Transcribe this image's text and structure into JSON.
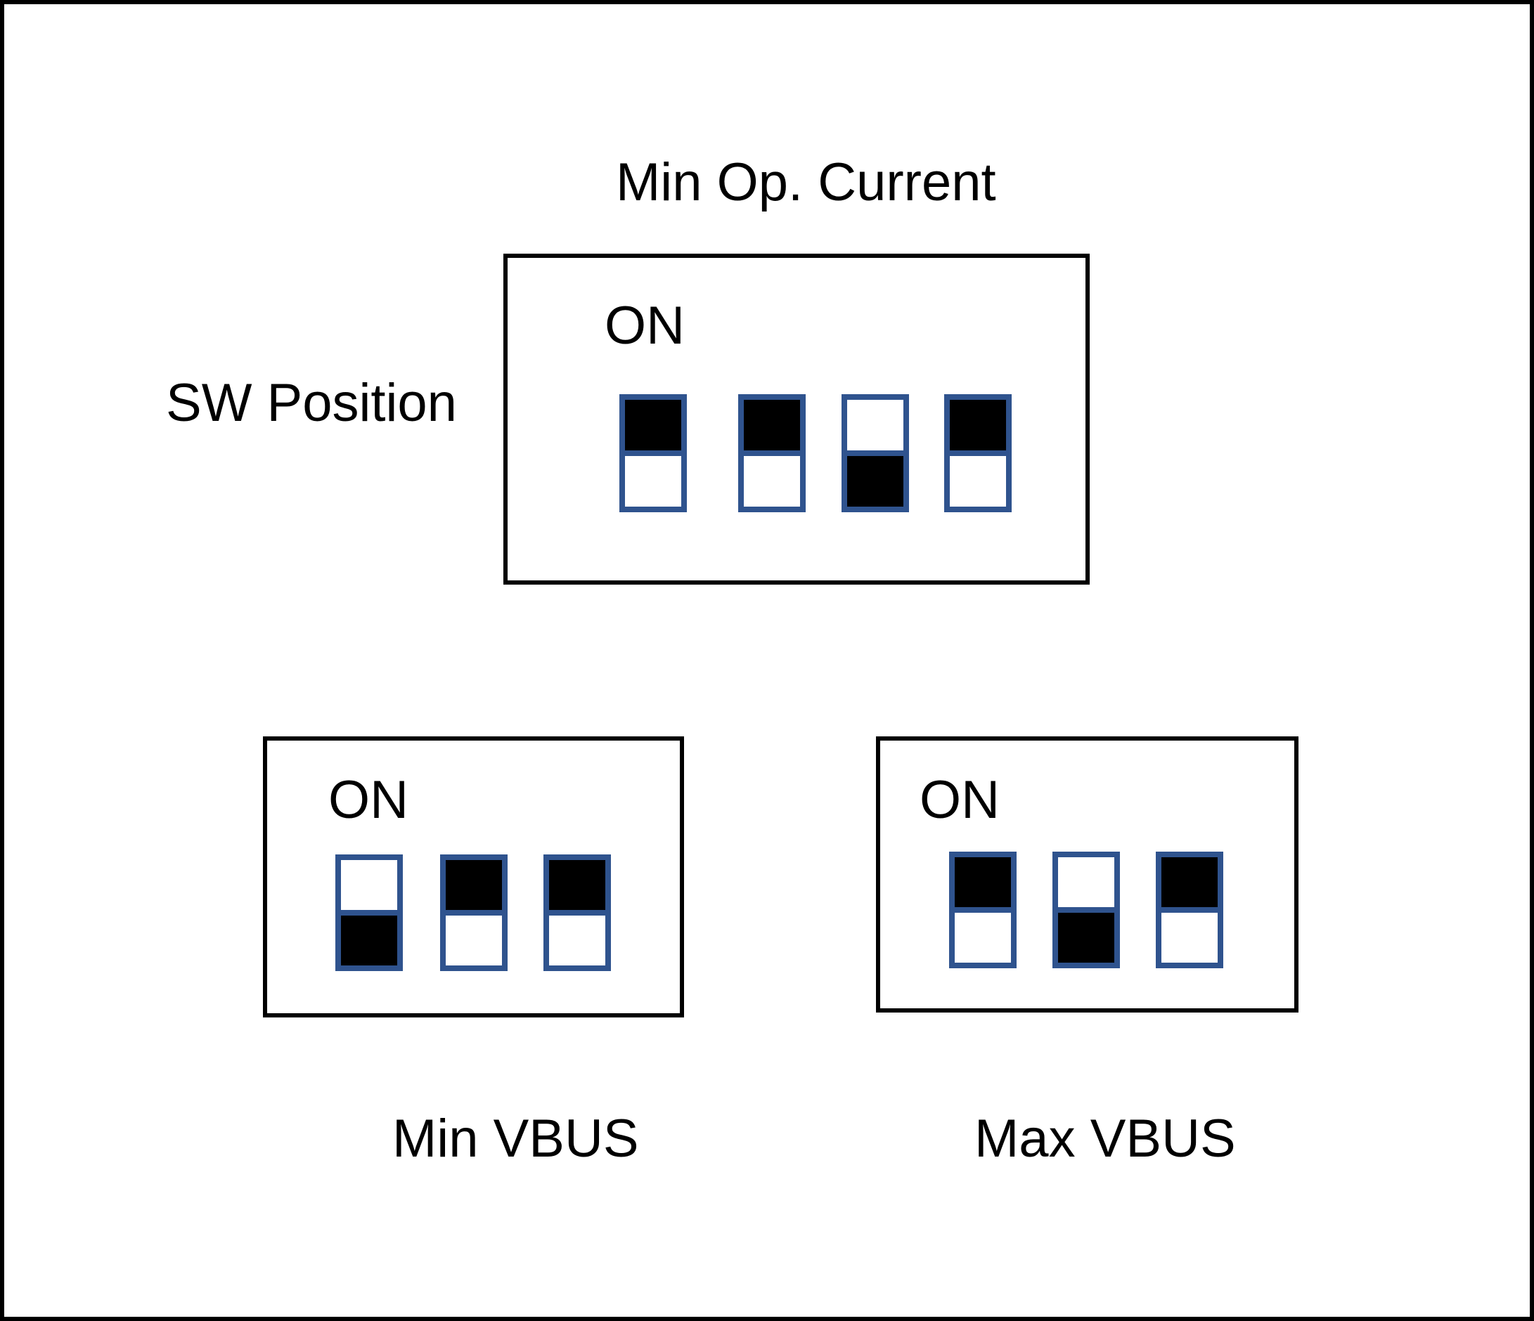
{
  "figure": {
    "title": "Min Op. Current",
    "row_label": "SW Position"
  },
  "colors": {
    "background": "#FFFFFF",
    "line": "#000000",
    "switch_border": "#2F538E",
    "switch_on_fill": "#000000",
    "switch_off_fill": "#FFFFFF"
  },
  "panels": [
    {
      "id": "min-op-current",
      "on_label": "ON",
      "switch_count": 4,
      "switches": [
        "on",
        "on",
        "off",
        "on"
      ],
      "caption": ""
    },
    {
      "id": "min-vbus",
      "on_label": "ON",
      "switch_count": 3,
      "switches": [
        "off",
        "on",
        "on"
      ],
      "caption": "Min VBUS"
    },
    {
      "id": "max-vbus",
      "on_label": "ON",
      "switch_count": 3,
      "switches": [
        "on",
        "off",
        "on"
      ],
      "caption": "Max VBUS"
    }
  ]
}
